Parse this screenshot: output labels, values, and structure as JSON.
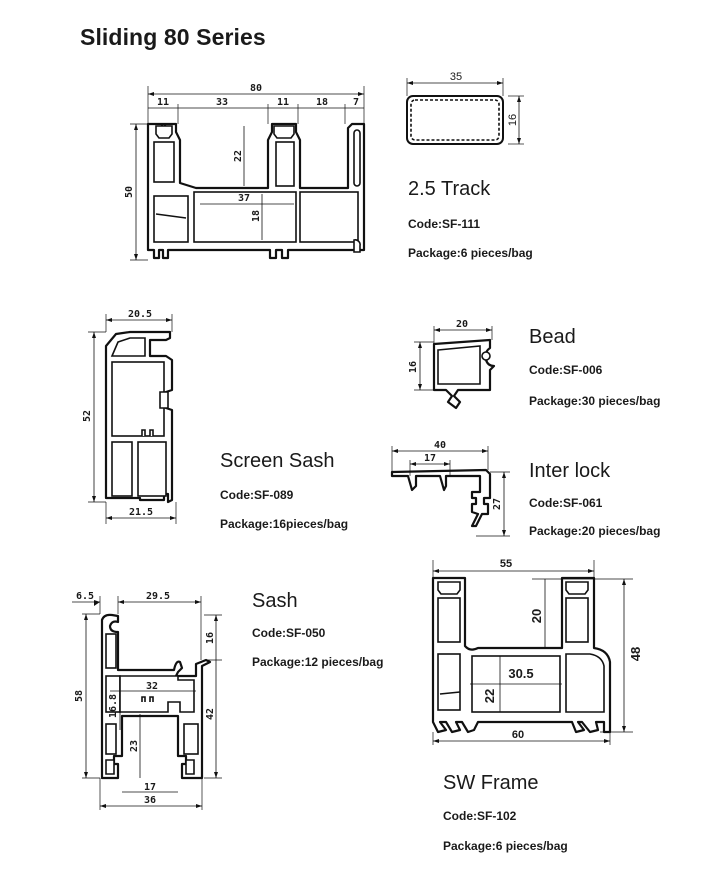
{
  "page": {
    "title": "Sliding 80 Series"
  },
  "products": {
    "frame80": {
      "dims": {
        "total_width": "80",
        "w1": "11",
        "w2": "33",
        "w3": "11",
        "w4": "18",
        "w5": "7",
        "height": "50",
        "inner_h1": "22",
        "inner_w": "37",
        "inner_h2": "18"
      }
    },
    "track": {
      "name": "2.5 Track",
      "code": "Code:SF-111",
      "package": "Package:6 pieces/bag",
      "dims": {
        "width": "35",
        "height": "16"
      }
    },
    "screen_sash": {
      "name": "Screen Sash",
      "code": "Code:SF-089",
      "package": "Package:16pieces/bag",
      "dims": {
        "top_width": "20.5",
        "bottom_width": "21.5",
        "height": "52"
      }
    },
    "bead": {
      "name": "Bead",
      "code": "Code:SF-006",
      "package": "Package:30 pieces/bag",
      "dims": {
        "width": "20",
        "height": "16"
      }
    },
    "interlock": {
      "name": "Inter lock",
      "code": "Code:SF-061",
      "package": "Package:20 pieces/bag",
      "dims": {
        "width": "40",
        "inner_width": "17",
        "height": "27"
      }
    },
    "sash": {
      "name": "Sash",
      "code": "Code:SF-050",
      "package": "Package:12 pieces/bag",
      "dims": {
        "left_offset": "6.5",
        "top_width": "29.5",
        "height": "58",
        "upper_h": "16",
        "lower_h": "42",
        "inner_w": "32",
        "inner_h": "16.8",
        "channel_h": "23",
        "channel_w": "17",
        "bottom_width": "36"
      }
    },
    "sw_frame": {
      "name": "SW Frame",
      "code": "Code:SF-102",
      "package": "Package:6 pieces/bag",
      "dims": {
        "top_width": "55",
        "bottom_width": "60",
        "height": "48",
        "upper_h": "20",
        "inner_w": "30.5",
        "inner_h": "22"
      }
    }
  }
}
